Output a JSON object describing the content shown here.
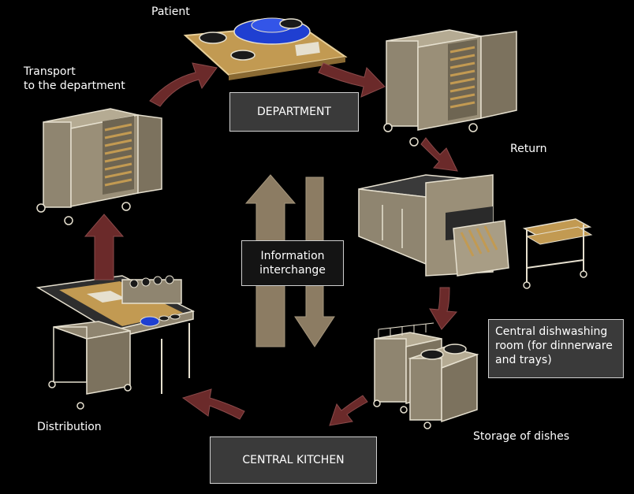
{
  "labels": {
    "patient": "Patient",
    "transport": "Transport\nto the department",
    "return": "Return",
    "distribution": "Distribution",
    "storage": "Storage of dishes"
  },
  "boxes": {
    "department": "DEPARTMENT",
    "central_kitchen": "CENTRAL KITCHEN",
    "information": "Information\ninterchange",
    "dishwashing": "Central dishwashing\nroom (for dinnerware\nand trays)"
  },
  "colors": {
    "background": "#000000",
    "arrow_cycle": "#6b2a2a",
    "arrow_info": "#8c7c63",
    "cart_body": "#8f8570",
    "cart_outline": "#e6e0cf",
    "tray": "#c29a52",
    "dome": "#1f3fd1",
    "box_fill": "#3a3a3a"
  }
}
